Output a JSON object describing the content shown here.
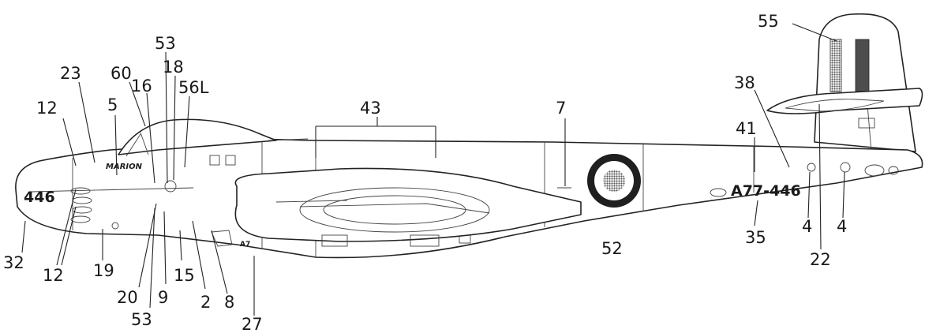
{
  "callouts": {
    "c55": "55",
    "c38": "38",
    "c41": "41",
    "c43": "43",
    "c7": "7",
    "c53_top": "53",
    "c18": "18",
    "c60": "60",
    "c56L": "56L",
    "c23": "23",
    "c16": "16",
    "c5": "5",
    "c12_top": "12",
    "c32": "32",
    "c12_bottom": "12",
    "c19": "19",
    "c20": "20",
    "c53_bottom": "53",
    "c9": "9",
    "c15": "15",
    "c2": "2",
    "c8": "8",
    "c27": "27",
    "c52": "52",
    "c35": "35",
    "c4_left": "4",
    "c22": "22",
    "c4_right": "4"
  },
  "markings": {
    "nose_code": "446",
    "name": "MARION",
    "serial": "A77-446",
    "stencil": "A7"
  },
  "colors": {
    "roundel_outer": "#1f1f1f",
    "roundel_inner": "#6e6e6e",
    "fin_flash": "#5a5a5a",
    "line": "#222222"
  }
}
